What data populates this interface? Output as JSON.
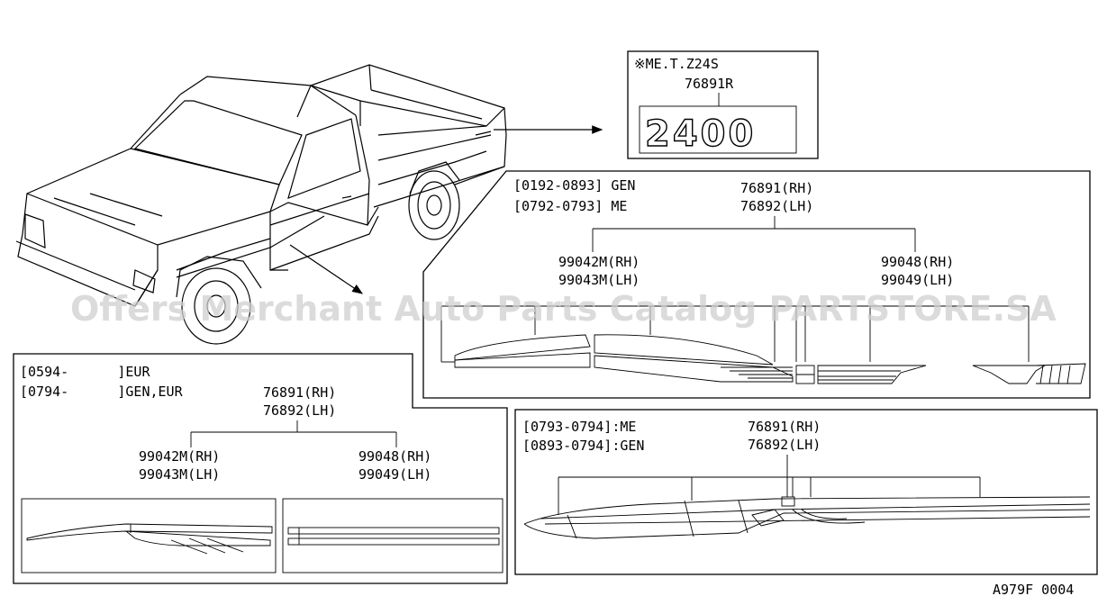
{
  "watermark": "Offers Merchant Auto Parts Catalog PARTSTORE.SA",
  "diagram_code": "A979F 0004",
  "emblem_box": {
    "note": "※ME.T.Z24S",
    "part": "76891R",
    "emblem_text": "2400"
  },
  "upper_box": {
    "range1": "[0192-0893] GEN",
    "range2": "[0792-0793] ME",
    "main_rh": "76891(RH)",
    "main_lh": "76892(LH)",
    "left_rh": "99042M(RH)",
    "left_lh": "99043M(LH)",
    "right_rh": "99048(RH)",
    "right_lh": "99049(LH)"
  },
  "lower_left_box": {
    "range1": "[0594-      ]EUR",
    "range2": "[0794-      ]GEN,EUR",
    "main_rh": "76891(RH)",
    "main_lh": "76892(LH)",
    "left_rh": "99042M(RH)",
    "left_lh": "99043M(LH)",
    "right_rh": "99048(RH)",
    "right_lh": "99049(LH)"
  },
  "lower_right_box": {
    "range1": "[0793-0794]:ME",
    "range2": "[0893-0794]:GEN",
    "main_rh": "76891(RH)",
    "main_lh": "76892(LH)"
  }
}
